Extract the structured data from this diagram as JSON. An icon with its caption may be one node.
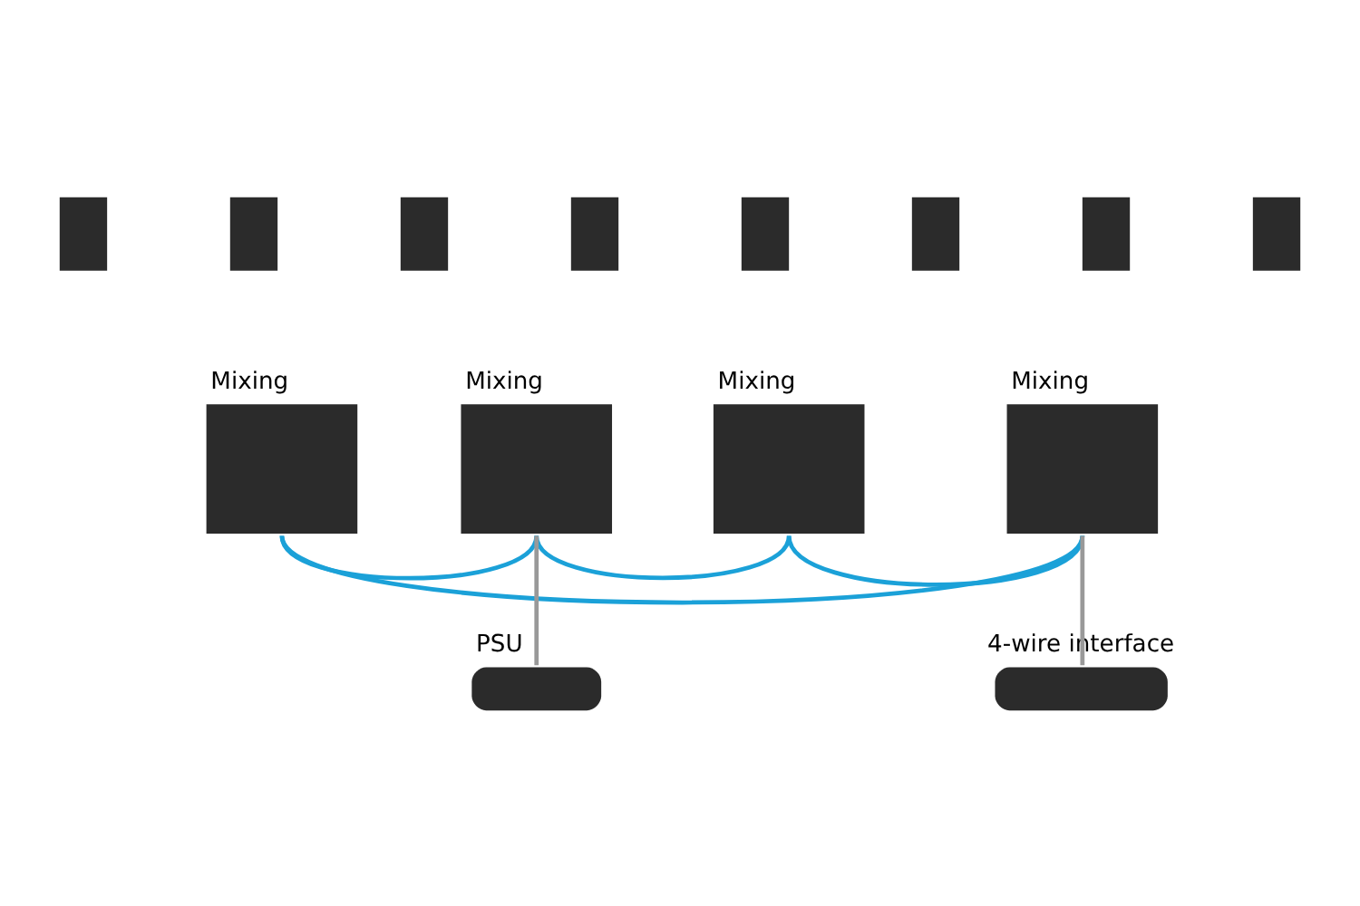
{
  "diagram": {
    "nodes": [
      {
        "text": [],
        "shape": "box"
      },
      {
        "text": [],
        "shape": "box"
      },
      {
        "text": [],
        "shape": "box"
      },
      {
        "text": [],
        "shape": "box"
      },
      {
        "text": [],
        "shape": "box"
      },
      {
        "text": [],
        "shape": "box"
      },
      {
        "text": [],
        "shape": "box"
      },
      {
        "text": [],
        "shape": "box"
      },
      {
        "text": [],
        "shape": "box",
        "beside": [
          "Mixing"
        ]
      },
      {
        "text": [],
        "shape": "box",
        "beside": [
          "Mixing"
        ]
      },
      {
        "text": [],
        "shape": "box",
        "beside": [
          "Mixing"
        ]
      },
      {
        "text": [],
        "shape": "box",
        "beside": [
          "Mixing"
        ]
      },
      {
        "text": [
          "PSU"
        ]
      },
      {
        "text": [
          "4-wire interface"
        ]
      }
    ],
    "edges": [
      {
        "from": 8,
        "to": 9,
        "arrow": "none"
      },
      {
        "from": 9,
        "to": 10,
        "arrow": "none"
      },
      {
        "from": 10,
        "to": 11,
        "arrow": "none"
      },
      {
        "from": 8,
        "to": 11,
        "arrow": "none"
      },
      {
        "from": 9,
        "to": 12,
        "arrow": "none",
        "color": "#999999"
      },
      {
        "from": 11,
        "to": 13,
        "arrow": "none",
        "color": "#999999"
      }
    ]
  }
}
